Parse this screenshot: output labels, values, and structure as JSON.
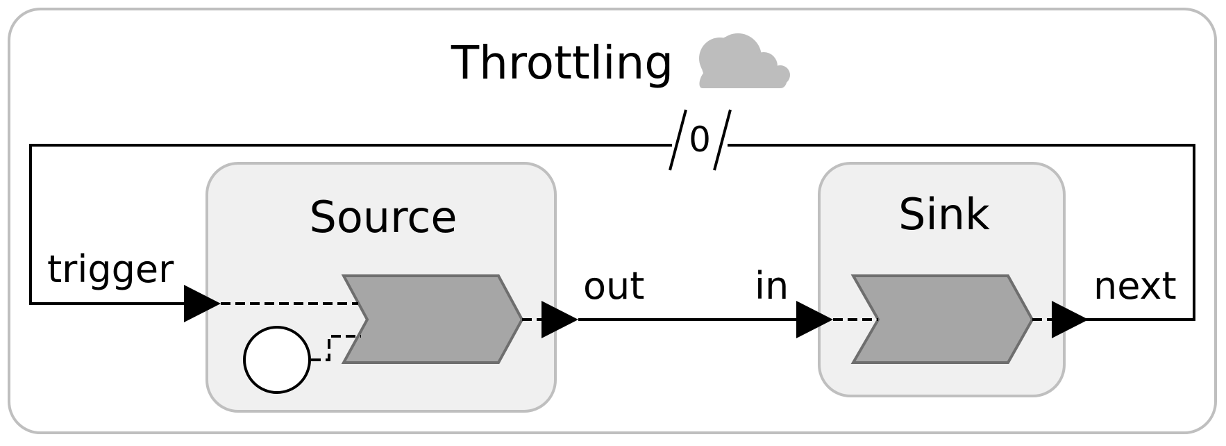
{
  "diagram": {
    "title": "Throttling",
    "title_icon": "cloud-icon",
    "colors": {
      "outer_border": "#bfbfbf",
      "node_fill": "#f0f0f0",
      "node_border": "#bfbfbf",
      "chevron_fill": "#a6a6a6",
      "chevron_border": "#6e6e6e",
      "cloud": "#bdbdbd",
      "line": "#000000"
    },
    "feedback_counter": "0",
    "nodes": {
      "source": {
        "label": "Source"
      },
      "sink": {
        "label": "Sink"
      }
    },
    "ports": {
      "trigger": "trigger",
      "out": "out",
      "in": "in",
      "next": "next"
    }
  }
}
